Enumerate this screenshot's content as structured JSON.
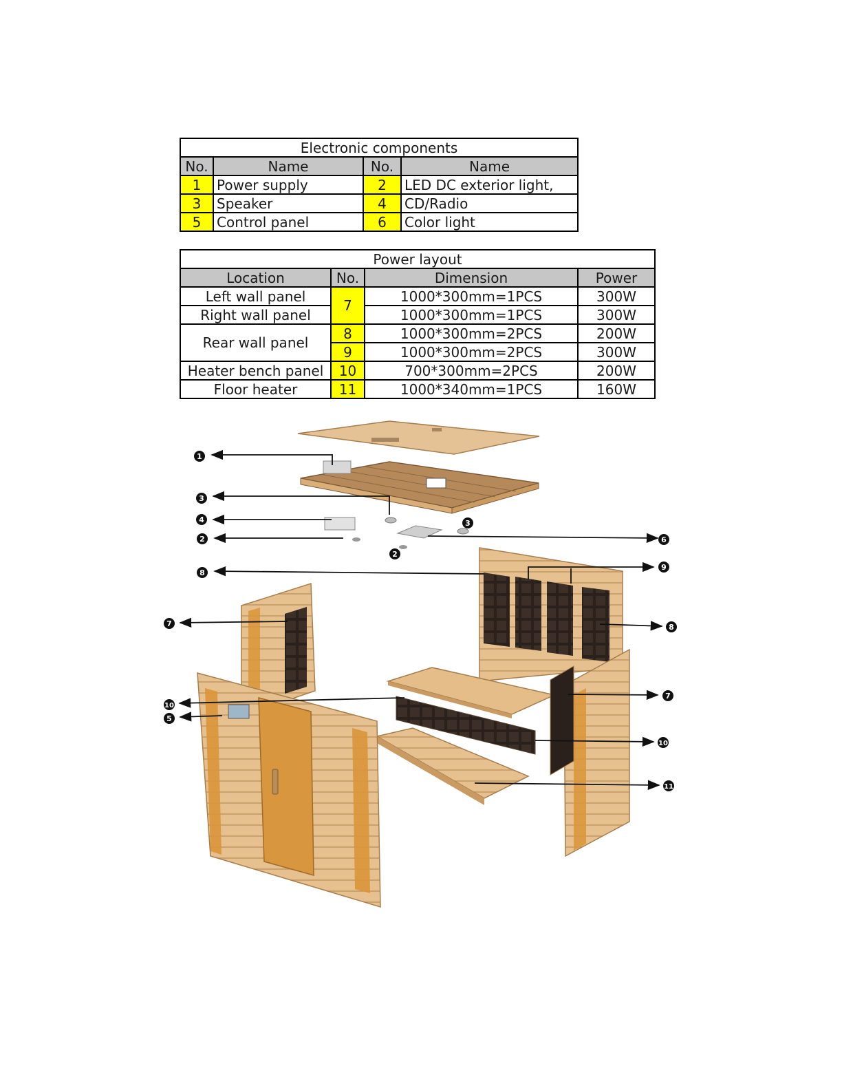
{
  "electronic_components": {
    "title": "Electronic components",
    "headers": {
      "no": "No.",
      "name": "Name"
    },
    "rows": [
      [
        {
          "no": "1",
          "name": "Power supply"
        },
        {
          "no": "2",
          "name": "LED DC exterior light,"
        }
      ],
      [
        {
          "no": "3",
          "name": "Speaker"
        },
        {
          "no": "4",
          "name": "CD/Radio"
        }
      ],
      [
        {
          "no": "5",
          "name": "Control panel"
        },
        {
          "no": "6",
          "name": "Color light"
        }
      ]
    ]
  },
  "power_layout": {
    "title": "Power layout",
    "headers": {
      "location": "Location",
      "no": "No.",
      "dimension": "Dimension",
      "power": "Power"
    },
    "locations": {
      "left_wall": "Left wall panel",
      "right_wall": "Right wall panel",
      "rear_wall": "Rear wall panel",
      "heater_bench": "Heater bench panel",
      "floor_heater": "Floor heater"
    },
    "numbers": {
      "n7": "7",
      "n8": "8",
      "n9": "9",
      "n10": "10",
      "n11": "11"
    },
    "rows": [
      {
        "dimension": "1000*300mm=1PCS",
        "power": "300W"
      },
      {
        "dimension": "1000*300mm=1PCS",
        "power": "300W"
      },
      {
        "dimension": "1000*300mm=2PCS",
        "power": "200W"
      },
      {
        "dimension": "1000*300mm=2PCS",
        "power": "300W"
      },
      {
        "dimension": "700*300mm=2PCS",
        "power": "200W"
      },
      {
        "dimension": "1000*340mm=1PCS",
        "power": "160W"
      }
    ]
  },
  "diagram": {
    "callouts": [
      "1",
      "3",
      "4",
      "2",
      "3",
      "2",
      "6",
      "8",
      "9",
      "7",
      "8",
      "10",
      "5",
      "7",
      "10",
      "11"
    ],
    "colors": {
      "wood": "#e6c08e",
      "wood_dark": "#c99a62",
      "glass": "#d9953a",
      "heater": "#2a211c",
      "label": "#111111"
    }
  }
}
